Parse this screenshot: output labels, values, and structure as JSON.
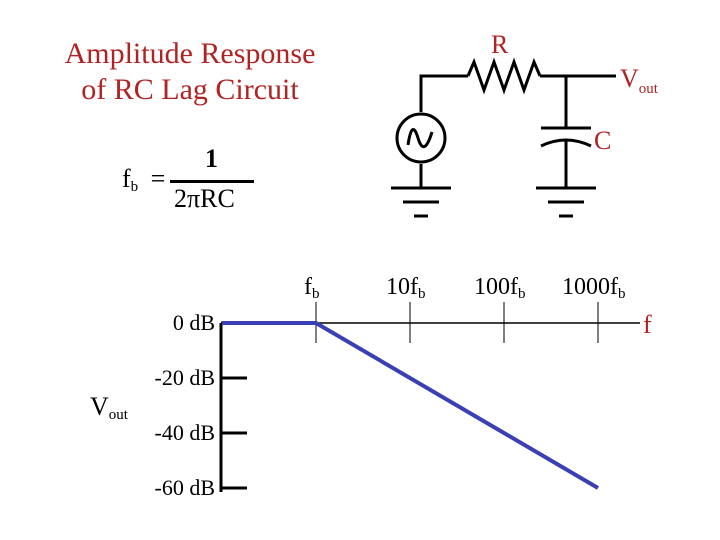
{
  "title": {
    "line1": "Amplitude Response",
    "line2": "of RC Lag Circuit"
  },
  "formula": {
    "lhs": "f",
    "lhs_sub": "b",
    "equals": "=",
    "numerator": "1",
    "denominator": "2πRC"
  },
  "circuit": {
    "resistor_label": "R",
    "capacitor_label": "C",
    "output_label": "V",
    "output_sub": "out",
    "source_icon": "ac-source-icon",
    "ground_icon": "ground-icon"
  },
  "colors": {
    "title": "#b22222",
    "response_line": "#3b3fb6",
    "axes": "#000000"
  },
  "chart_data": {
    "type": "line",
    "title": "Amplitude Response of RC Lag Circuit",
    "xscale": "log",
    "x_ticks": [
      {
        "base": "f",
        "sub": "b",
        "value": 1
      },
      {
        "base": "10f",
        "sub": "b",
        "value": 10
      },
      {
        "base": "100f",
        "sub": "b",
        "value": 100
      },
      {
        "base": "1000f",
        "sub": "b",
        "value": 1000
      }
    ],
    "x_axis_label": "f",
    "y_axis_label": {
      "base": "V",
      "sub": "out"
    },
    "y_ticks": [
      "0 dB",
      "-20 dB",
      "-40 dB",
      "-60 dB"
    ],
    "y_tick_values": [
      0,
      -20,
      -40,
      -60
    ],
    "ylim": [
      -60,
      0
    ],
    "series": [
      {
        "x": [
          0.1,
          1,
          10,
          100,
          1000
        ],
        "y": [
          0,
          0,
          -20,
          -40,
          -60
        ]
      }
    ]
  }
}
